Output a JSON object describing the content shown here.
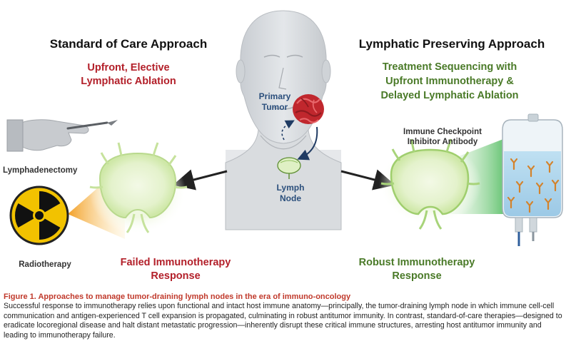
{
  "left_panel": {
    "heading": "Standard of Care Approach",
    "subheading_lines": [
      "Upfront, Elective",
      "Lymphatic Ablation"
    ],
    "lymphadenectomy_label": "Lymphadenectomy",
    "radiotherapy_label": "Radiotherapy",
    "outcome_lines": [
      "Failed Immunotherapy",
      "Response"
    ]
  },
  "right_panel": {
    "heading": "Lymphatic Preserving Approach",
    "subheading_lines": [
      "Treatment Sequencing with",
      "Upfront Immunotherapy &",
      "Delayed Lymphatic Ablation"
    ],
    "antibody_label_lines": [
      "Immune Checkpoint",
      "Inhibitor Antibody"
    ],
    "outcome_lines": [
      "Robust Immunotherapy",
      "Response"
    ]
  },
  "center": {
    "tumor_label_lines": [
      "Primary",
      "Tumor"
    ],
    "node_label_lines": [
      "Lymph",
      "Node"
    ]
  },
  "caption": {
    "title": "Figure 1.  Approaches to manage tumor-draining lymph nodes in the era of immuno-oncology",
    "body": "Successful response to immunotherapy relies upon functional and intact host immune anatomy—principally, the tumor-draining lymph node in which immune cell-cell communication and antigen-experienced T cell expansion is propagated, culminating in robust antitumor immunity. In contrast, standard-of-care therapies—designed to eradicate locoregional disease and halt distant metastatic progression—inherently disrupt these critical immune structures, arresting host antitumor immunity and leading to immunotherapy failure."
  },
  "colors": {
    "red_text": "#b3202a",
    "green_text": "#4a7a28",
    "blue_text": "#2b4f7c",
    "caption_title": "#c0392b",
    "lymph_node": "#dff0c4",
    "radiation_yellow": "#f2c200",
    "beam_orange": "#f5a623",
    "beam_green": "#7ccf7a"
  },
  "icons": [
    "hand-scalpel-icon",
    "radiation-icon",
    "head-silhouette-icon",
    "tumor-icon",
    "lymph-node-icon",
    "iv-bag-icon",
    "antibody-icon"
  ]
}
